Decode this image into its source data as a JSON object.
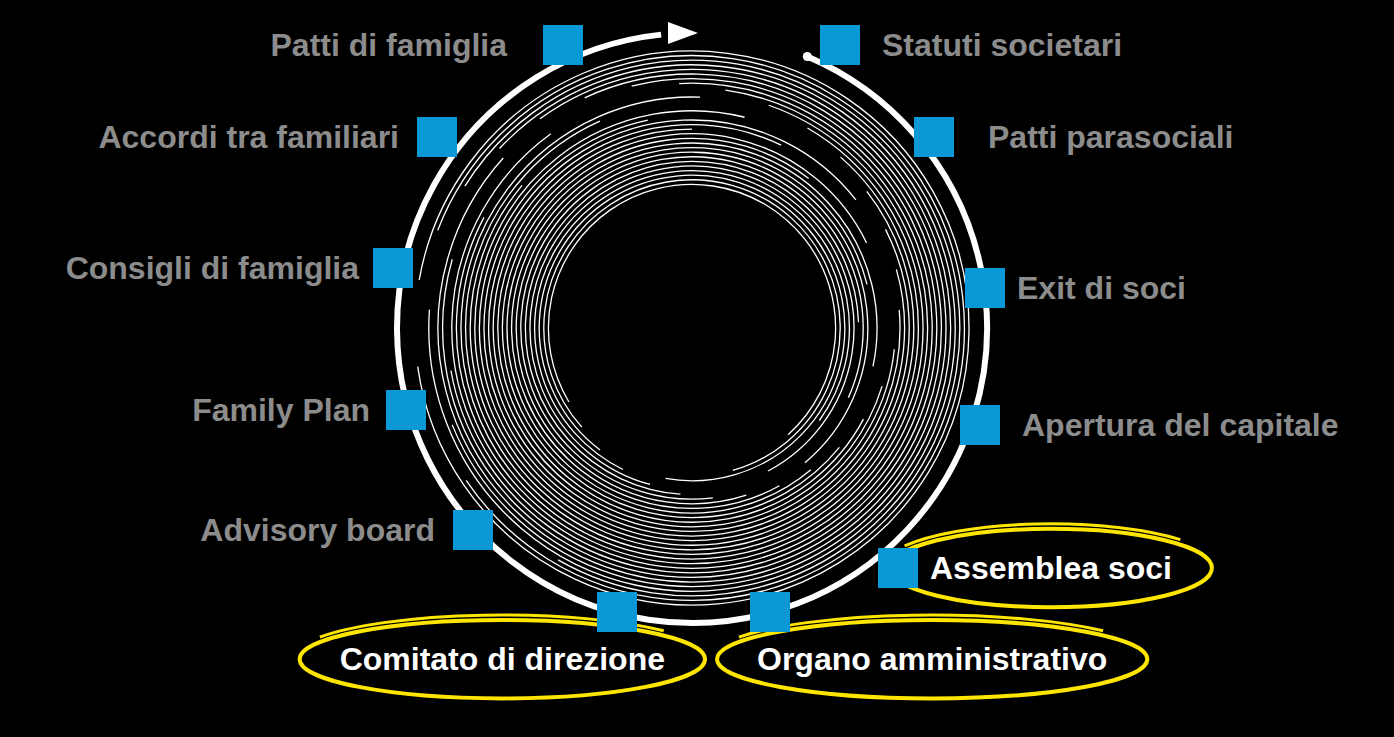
{
  "diagram": {
    "nodes": [
      {
        "text": [
          "Patti di famiglia"
        ]
      },
      {
        "text": [
          "Statuti societari"
        ]
      },
      {
        "text": [
          "Accordi tra familiari"
        ]
      },
      {
        "text": [
          "Patti parasociali"
        ]
      },
      {
        "text": [
          "Consigli di famiglia"
        ]
      },
      {
        "text": [
          "Exit di soci"
        ]
      },
      {
        "text": [
          "Family Plan"
        ]
      },
      {
        "text": [
          "Apertura del capitale"
        ]
      },
      {
        "text": [
          "Advisory board"
        ]
      },
      {
        "text": [
          "Assemblea soci"
        ]
      },
      {
        "text": [
          "Comitato di direzione"
        ]
      },
      {
        "text": [
          "Organo amministrativo"
        ]
      }
    ]
  }
}
